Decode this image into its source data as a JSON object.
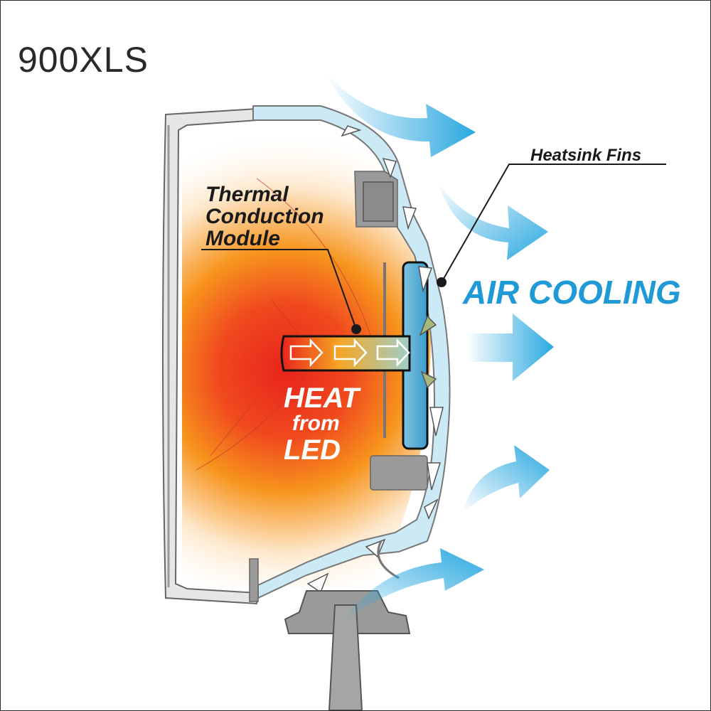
{
  "title": "900XLS",
  "labels": {
    "heatsink": "Heatsink Fins",
    "thermal_line1": "Thermal",
    "thermal_line2": "Conduction",
    "thermal_line3": "Module",
    "air_cooling": "AIR COOLING",
    "heat_line1": "HEAT",
    "heat_line2": "from",
    "heat_line3": "LED"
  },
  "colors": {
    "air_blue": "#29a8e0",
    "text_blue": "#1f9ad6",
    "heat_red": "#e8231c",
    "heat_orange": "#f7941d",
    "housing_gray": "#9a9a9a",
    "heatsink_light_blue": "#cce9f6"
  }
}
